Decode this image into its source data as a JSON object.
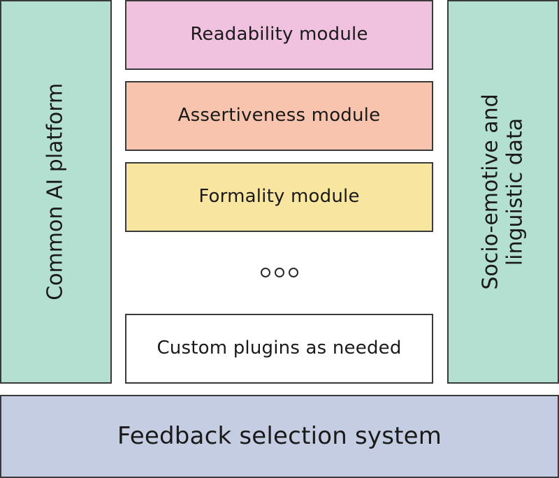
{
  "colors": {
    "platform_fill": "#b4e0d2",
    "data_fill": "#b4e0d2",
    "readability_fill": "#f0c2e0",
    "assertiveness_fill": "#f8c4ae",
    "formality_fill": "#f8e6a0",
    "custom_fill": "#ffffff",
    "feedback_fill": "#c5cde3",
    "border": "#3a3a3a"
  },
  "left_column": {
    "label": "Common AI platform"
  },
  "right_column": {
    "line1": "Socio-emotive and",
    "line2": "linguistic data"
  },
  "modules": {
    "readability": "Readability module",
    "assertiveness": "Assertiveness module",
    "formality": "Formality module",
    "custom": "Custom plugins as needed"
  },
  "ellipsis_icon": "three-circles-icon",
  "bottom_bar": {
    "label": "Feedback selection system"
  }
}
